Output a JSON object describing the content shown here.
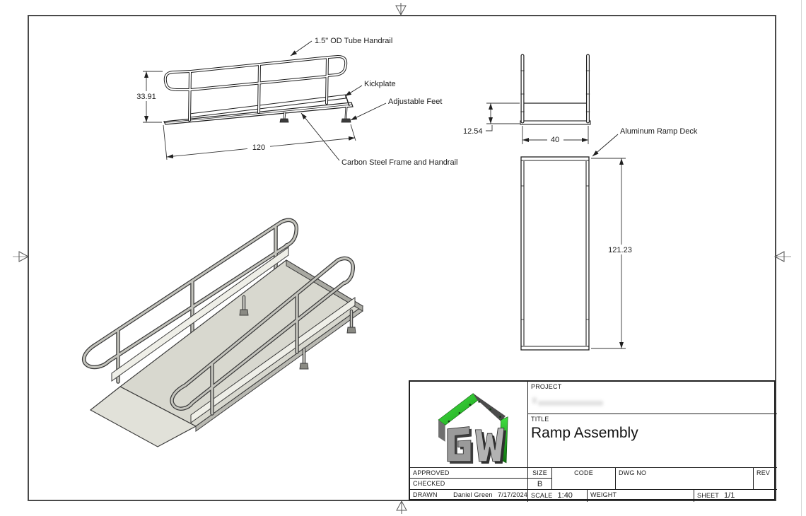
{
  "sheet": {
    "background": "#ffffff",
    "border_color": "#4a4a4a"
  },
  "annotations": {
    "handrail": "1.5\" OD Tube Handrail",
    "kickplate": "Kickplate",
    "adjustable_feet": "Adjustable Feet",
    "frame": "Carbon Steel Frame and Handrail",
    "ramp_deck": "Aluminum Ramp Deck"
  },
  "dimensions": {
    "side_height": "33.91",
    "side_length": "120",
    "end_height": "12.54",
    "end_width": "40",
    "top_length": "121.23"
  },
  "title_block": {
    "project_label": "PROJECT",
    "title_label": "TITLE",
    "title_value": "Ramp Assembly",
    "approved_label": "APPROVED",
    "checked_label": "CHECKED",
    "drawn_label": "DRAWN",
    "drawn_by": "Daniel Green",
    "drawn_date": "7/17/2024",
    "size_label": "SIZE",
    "size_value": "B",
    "code_label": "CODE",
    "dwg_no_label": "DWG NO",
    "rev_label": "REV",
    "scale_label": "SCALE",
    "scale_value": "1:40",
    "weight_label": "WEIGHT",
    "sheet_label": "SHEET",
    "sheet_value": "1/1"
  },
  "logo": {
    "name": "gw-cube-logo",
    "green": "#2fd32f",
    "dark_green": "#117a11",
    "gray": "#9a9a9a"
  }
}
